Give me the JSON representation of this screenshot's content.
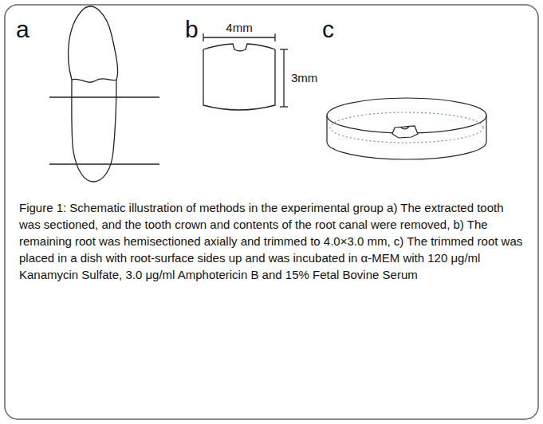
{
  "diagram": {
    "caption": "Figure 1: Schematic illustration of methods in the experimental group a) The extracted tooth was sectioned, and the tooth crown and contents of the root canal were removed, b) The remaining root was hemisectioned axially and trimmed to 4.0×3.0 mm, c) The trimmed root was placed in a dish with root-surface sides up and was incubated in α-MEM with 120 μg/ml Kanamycin Sulfate, 3.0 μg/ml Amphotericin B and 15% Fetal Bovine Serum",
    "labels": [
      "a",
      "b",
      "c",
      "4mm",
      "3mm"
    ]
  }
}
